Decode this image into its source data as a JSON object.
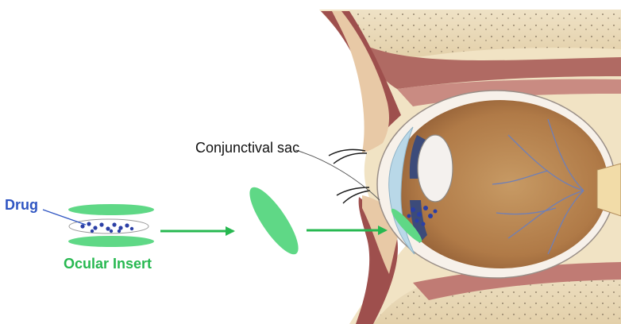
{
  "labels": {
    "drug": "Drug",
    "ocular_insert": "Ocular Insert",
    "conjunctival_sac": "Conjunctival sac"
  },
  "colors": {
    "insert_green": "#5fd886",
    "arrow_green": "#27b850",
    "label_blue": "#2f55c2",
    "label_green": "#27b850",
    "drug_particles": "#2b3fa6"
  }
}
